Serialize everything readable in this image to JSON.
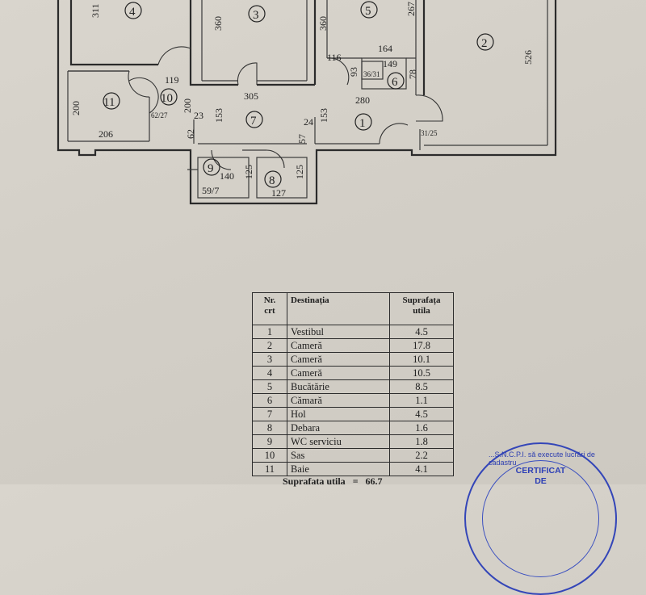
{
  "plan": {
    "rooms": [
      {
        "id": "room-1",
        "num": "1"
      },
      {
        "id": "room-2",
        "num": "2"
      },
      {
        "id": "room-3",
        "num": "3"
      },
      {
        "id": "room-4",
        "num": "4"
      },
      {
        "id": "room-5",
        "num": "5"
      },
      {
        "id": "room-6",
        "num": "6"
      },
      {
        "id": "room-7",
        "num": "7"
      },
      {
        "id": "room-8",
        "num": "8"
      },
      {
        "id": "room-9",
        "num": "9"
      },
      {
        "id": "room-10",
        "num": "10"
      },
      {
        "id": "room-11",
        "num": "11"
      }
    ],
    "dims": {
      "d311": "311",
      "d360a": "360",
      "d360b": "360",
      "d267": "267",
      "d526": "526",
      "d116": "116",
      "d164": "164",
      "d149": "149",
      "d93": "93",
      "d3631": "36/31",
      "d78": "78",
      "d119": "119",
      "d305": "305",
      "d280": "280",
      "d200a": "200",
      "d200b": "200",
      "d6227": "62/27",
      "d23": "23",
      "d153a": "153",
      "d153b": "153",
      "d62": "62",
      "d24": "24",
      "d57": "57",
      "d206": "206",
      "d3125": "31/25",
      "d140": "140",
      "d125a": "125",
      "d125b": "125",
      "d597": "59/7",
      "d127": "127"
    }
  },
  "table": {
    "headers": {
      "nr_line1": "Nr.",
      "nr_line2": "crt",
      "destinatia": "Destinația",
      "suprafata_line1": "Suprafața",
      "suprafata_line2": "utila"
    },
    "rows": [
      {
        "nr": "1",
        "dest": "Vestibul",
        "supr": "4.5"
      },
      {
        "nr": "2",
        "dest": "Cameră",
        "supr": "17.8"
      },
      {
        "nr": "3",
        "dest": "Cameră",
        "supr": "10.1"
      },
      {
        "nr": "4",
        "dest": "Cameră",
        "supr": "10.5"
      },
      {
        "nr": "5",
        "dest": "Bucătărie",
        "supr": "8.5"
      },
      {
        "nr": "6",
        "dest": "Cămară",
        "supr": "1.1"
      },
      {
        "nr": "7",
        "dest": "Hol",
        "supr": "4.5"
      },
      {
        "nr": "8",
        "dest": "Debara",
        "supr": "1.6"
      },
      {
        "nr": "9",
        "dest": "WC serviciu",
        "supr": "1.8"
      },
      {
        "nr": "10",
        "dest": "Sas",
        "supr": "2.2"
      },
      {
        "nr": "11",
        "dest": "Baie",
        "supr": "4.1"
      }
    ],
    "total_label": "Suprafata utila",
    "total_value": "66.7"
  },
  "stamp": {
    "arc_text": "...S.N.C.P.I. să execute lucrări de cadastru",
    "line1": "CERTIFICAT",
    "line2": "DE",
    "color": "#2f42b6"
  }
}
